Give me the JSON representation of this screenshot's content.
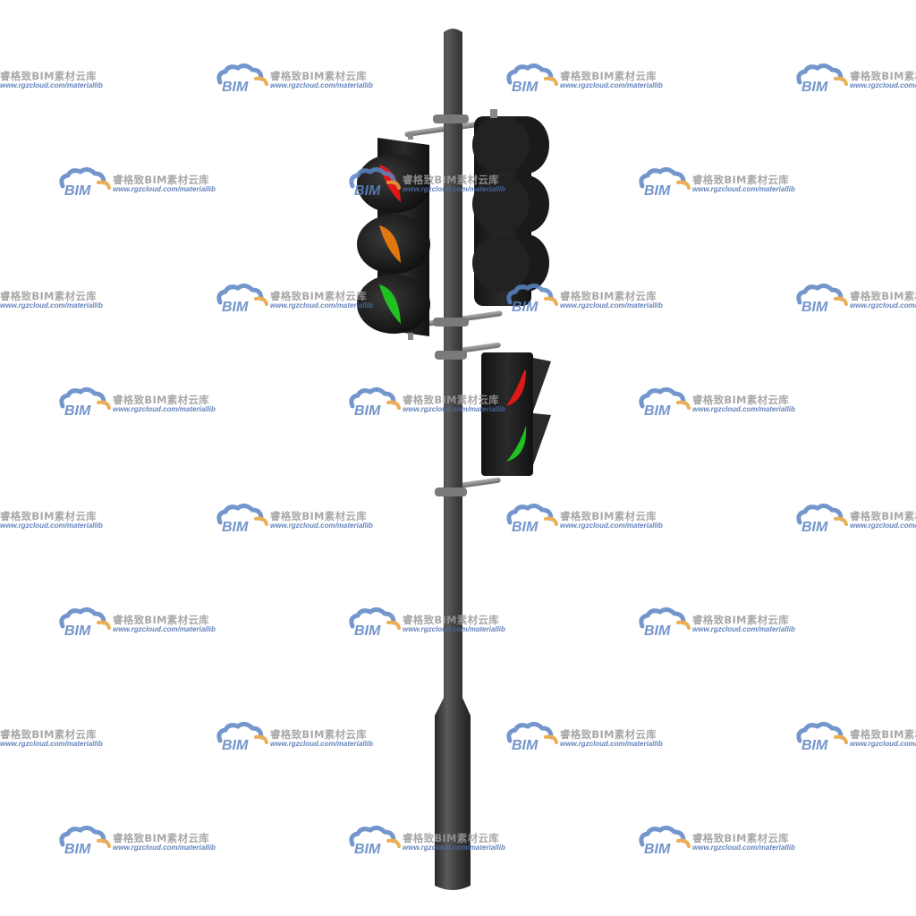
{
  "watermark": {
    "logo_text": "BIM",
    "brand_text": "睿格致BIM素材云库",
    "url_text": "www.rgzcloud.com/materiallib",
    "logo_blue": "#5b84c4",
    "logo_orange": "#e8a13a"
  },
  "colors": {
    "pole": "#3c3c3c",
    "housing": "#1c1c1c",
    "bracket": "#8a8a8a",
    "red_lamp": "#e01818",
    "amber_lamp": "#e07810",
    "green_lamp": "#20c020"
  },
  "icons": [
    "traffic-pole",
    "vehicle-signal",
    "pedestrian-signal",
    "bim-cloud-logo"
  ]
}
